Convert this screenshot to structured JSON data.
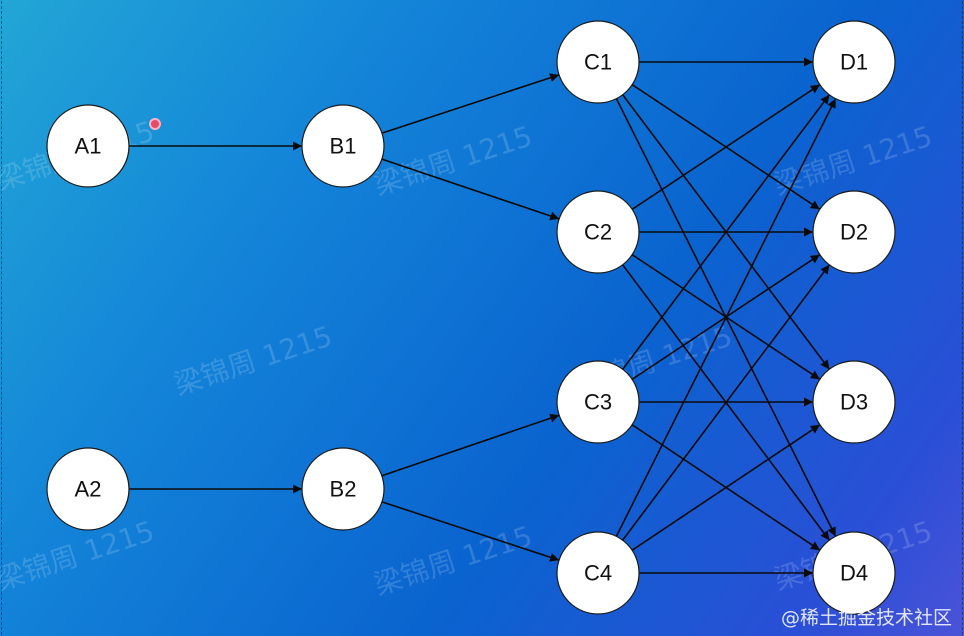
{
  "nodes": {
    "A1": "A1",
    "A2": "A2",
    "B1": "B1",
    "B2": "B2",
    "C1": "C1",
    "C2": "C2",
    "C3": "C3",
    "C4": "C4",
    "D1": "D1",
    "D2": "D2",
    "D3": "D3",
    "D4": "D4"
  },
  "edges": [
    [
      "A1",
      "B1"
    ],
    [
      "A2",
      "B2"
    ],
    [
      "B1",
      "C1"
    ],
    [
      "B1",
      "C2"
    ],
    [
      "B2",
      "C3"
    ],
    [
      "B2",
      "C4"
    ],
    [
      "C1",
      "D1"
    ],
    [
      "C1",
      "D2"
    ],
    [
      "C1",
      "D3"
    ],
    [
      "C1",
      "D4"
    ],
    [
      "C2",
      "D1"
    ],
    [
      "C2",
      "D2"
    ],
    [
      "C2",
      "D3"
    ],
    [
      "C2",
      "D4"
    ],
    [
      "C3",
      "D1"
    ],
    [
      "C3",
      "D2"
    ],
    [
      "C3",
      "D3"
    ],
    [
      "C3",
      "D4"
    ],
    [
      "C4",
      "D1"
    ],
    [
      "C4",
      "D2"
    ],
    [
      "C4",
      "D3"
    ],
    [
      "C4",
      "D4"
    ]
  ],
  "watermark": "梁锦周 1215",
  "credit": "@稀土掘金技术社区",
  "colors": {
    "node_fill": "#ffffff",
    "edge": "#0a0a0a"
  }
}
